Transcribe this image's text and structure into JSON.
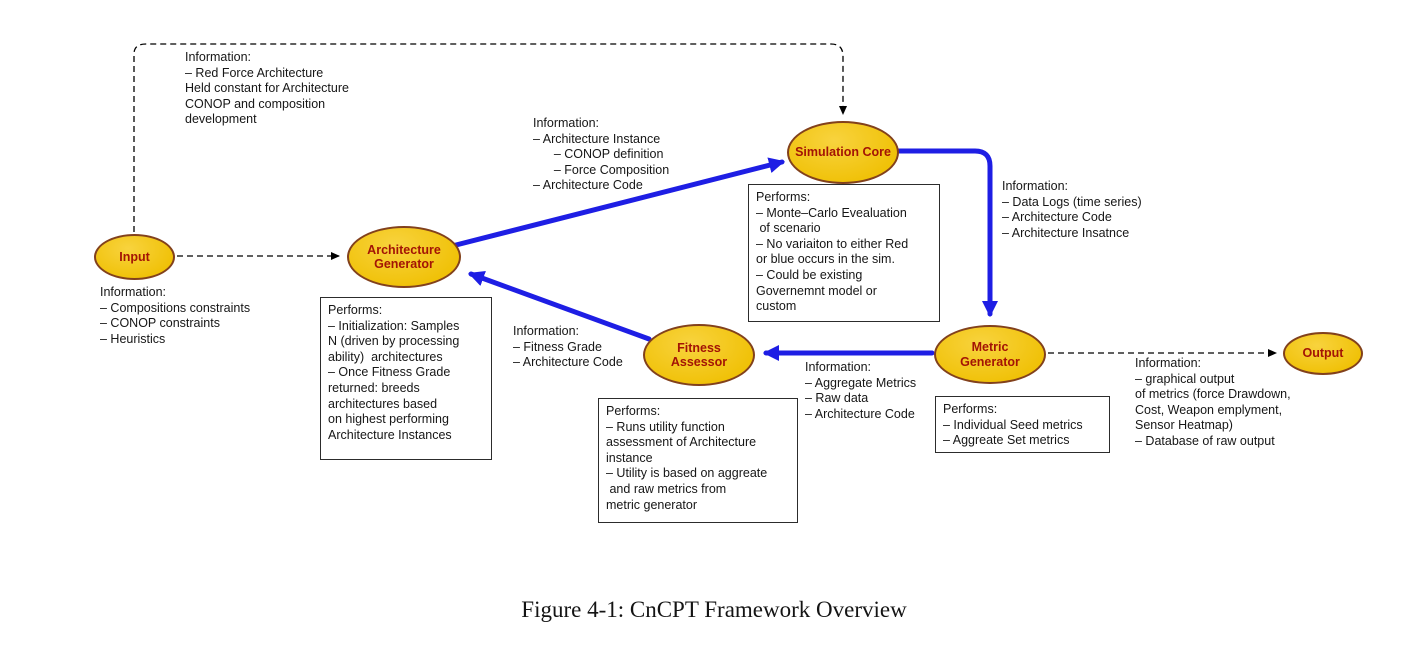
{
  "caption": "Figure 4-1: CnCPT Framework Overview",
  "colors": {
    "node_fill": "#F0C107",
    "node_border": "#82411C",
    "node_text": "#A31405",
    "flow_arrow": "#1E1EE4",
    "dashed_arrow": "#000000",
    "box_border": "#2C2C2C"
  },
  "nodes": {
    "input": {
      "label": "Input"
    },
    "architecture_generator": {
      "label": "Architecture\nGenerator"
    },
    "simulation_core": {
      "label": "Simulation Core"
    },
    "fitness_assessor": {
      "label": "Fitness\nAssessor"
    },
    "metric_generator": {
      "label": "Metric\nGenerator"
    },
    "output": {
      "label": "Output"
    }
  },
  "notes": {
    "red_force_note": "Information:\n– Red Force Architecture\nHeld constant for Architecture\nCONOP and composition\ndevelopment",
    "input_info": "Information:\n– Compositions constraints\n– CONOP constraints\n– Heuristics",
    "architecture_instance_info": "Information:\n– Architecture Instance\n      – CONOP definition\n      – Force Composition\n– Architecture Code",
    "sim_core_output_info": "Information:\n– Data Logs (time series)\n– Architecture Code\n– Architecture Insatnce",
    "fitness_output_info": "Information:\n– Fitness Grade\n– Architecture Code",
    "metric_input_info": "Information:\n– Aggregate Metrics\n– Raw data\n– Architecture Code",
    "output_info": "Information:\n– graphical output\nof metrics (force Drawdown,\nCost, Weapon emplyment,\nSensor Heatmap)\n– Database of raw output"
  },
  "boxes": {
    "architecture_generator_performs": "Performs:\n– Initialization: Samples\nN (driven by processing\nability)  architectures\n– Once Fitness Grade\nreturned: breeds\narchitectures based\non highest performing\nArchitecture Instances",
    "simulation_core_performs": "Performs:\n– Monte–Carlo Evealuation\n of scenario\n– No variaiton to either Red\nor blue occurs in the sim.\n– Could be existing\nGovernemnt model or\ncustom",
    "fitness_assessor_performs": "Performs:\n– Runs utility function\nassessment of Architecture\ninstance\n– Utility is based on aggreate\n and raw metrics from\nmetric generator",
    "metric_generator_performs": "Performs:\n– Individual Seed metrics\n– Aggreate Set metrics"
  }
}
